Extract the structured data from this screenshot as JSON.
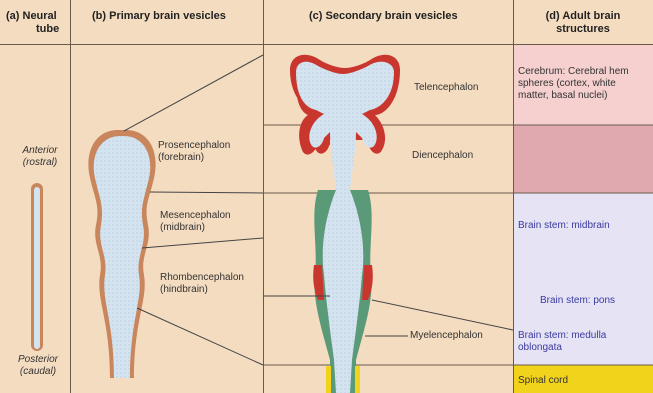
{
  "headers": {
    "neural_tube_line1": "(a) Neural",
    "neural_tube_line2": "tube",
    "primary": "(b) Primary brain vesicles",
    "secondary": "(c) Secondary brain vesicles",
    "adult_line1": "(d) Adult brain",
    "adult_line2": "structures"
  },
  "neural_tube": {
    "anterior": "Anterior",
    "anterior_sub": "(rostral)",
    "posterior": "Posterior",
    "posterior_sub": "(caudal)"
  },
  "primary": {
    "prosencephalon": "Prosencephalon",
    "prosencephalon_sub": "(forebrain)",
    "mesencephalon": "Mesencephalon",
    "mesencephalon_sub": "(midbrain)",
    "rhombencephalon": "Rhombencephalon",
    "rhombencephalon_sub": "(hindbrain)"
  },
  "secondary": {
    "telencephalon": "Telencephalon",
    "diencephalon": "Diencephalon",
    "myelencephalon": "Myelencephalon"
  },
  "adult": {
    "cerebrum_line1": "Cerebrum: Cerebral hem",
    "cerebrum_line2": "spheres (cortex, white",
    "cerebrum_line3": "matter, basal nuclei)",
    "midbrain": "Brain stem: midbrain",
    "pons": "Brain stem: pons",
    "medulla_line1": "Brain stem: medulla",
    "medulla_line2": "oblongata",
    "spinal": "Spinal cord"
  },
  "colors": {
    "background": "#f4dcc0",
    "cerebrum": "#f5d0cf",
    "diencephalon": "#e0a9b0",
    "brainstem": "#e6e3f5",
    "spinal": "#f2d31c",
    "ventricle": "#d4e3f0",
    "telencephalon_wall": "#c8362e",
    "brainstem_wall": "#5a9a78",
    "primary_wall": "#c9855c",
    "medulla_text": "#3a3aa0"
  }
}
